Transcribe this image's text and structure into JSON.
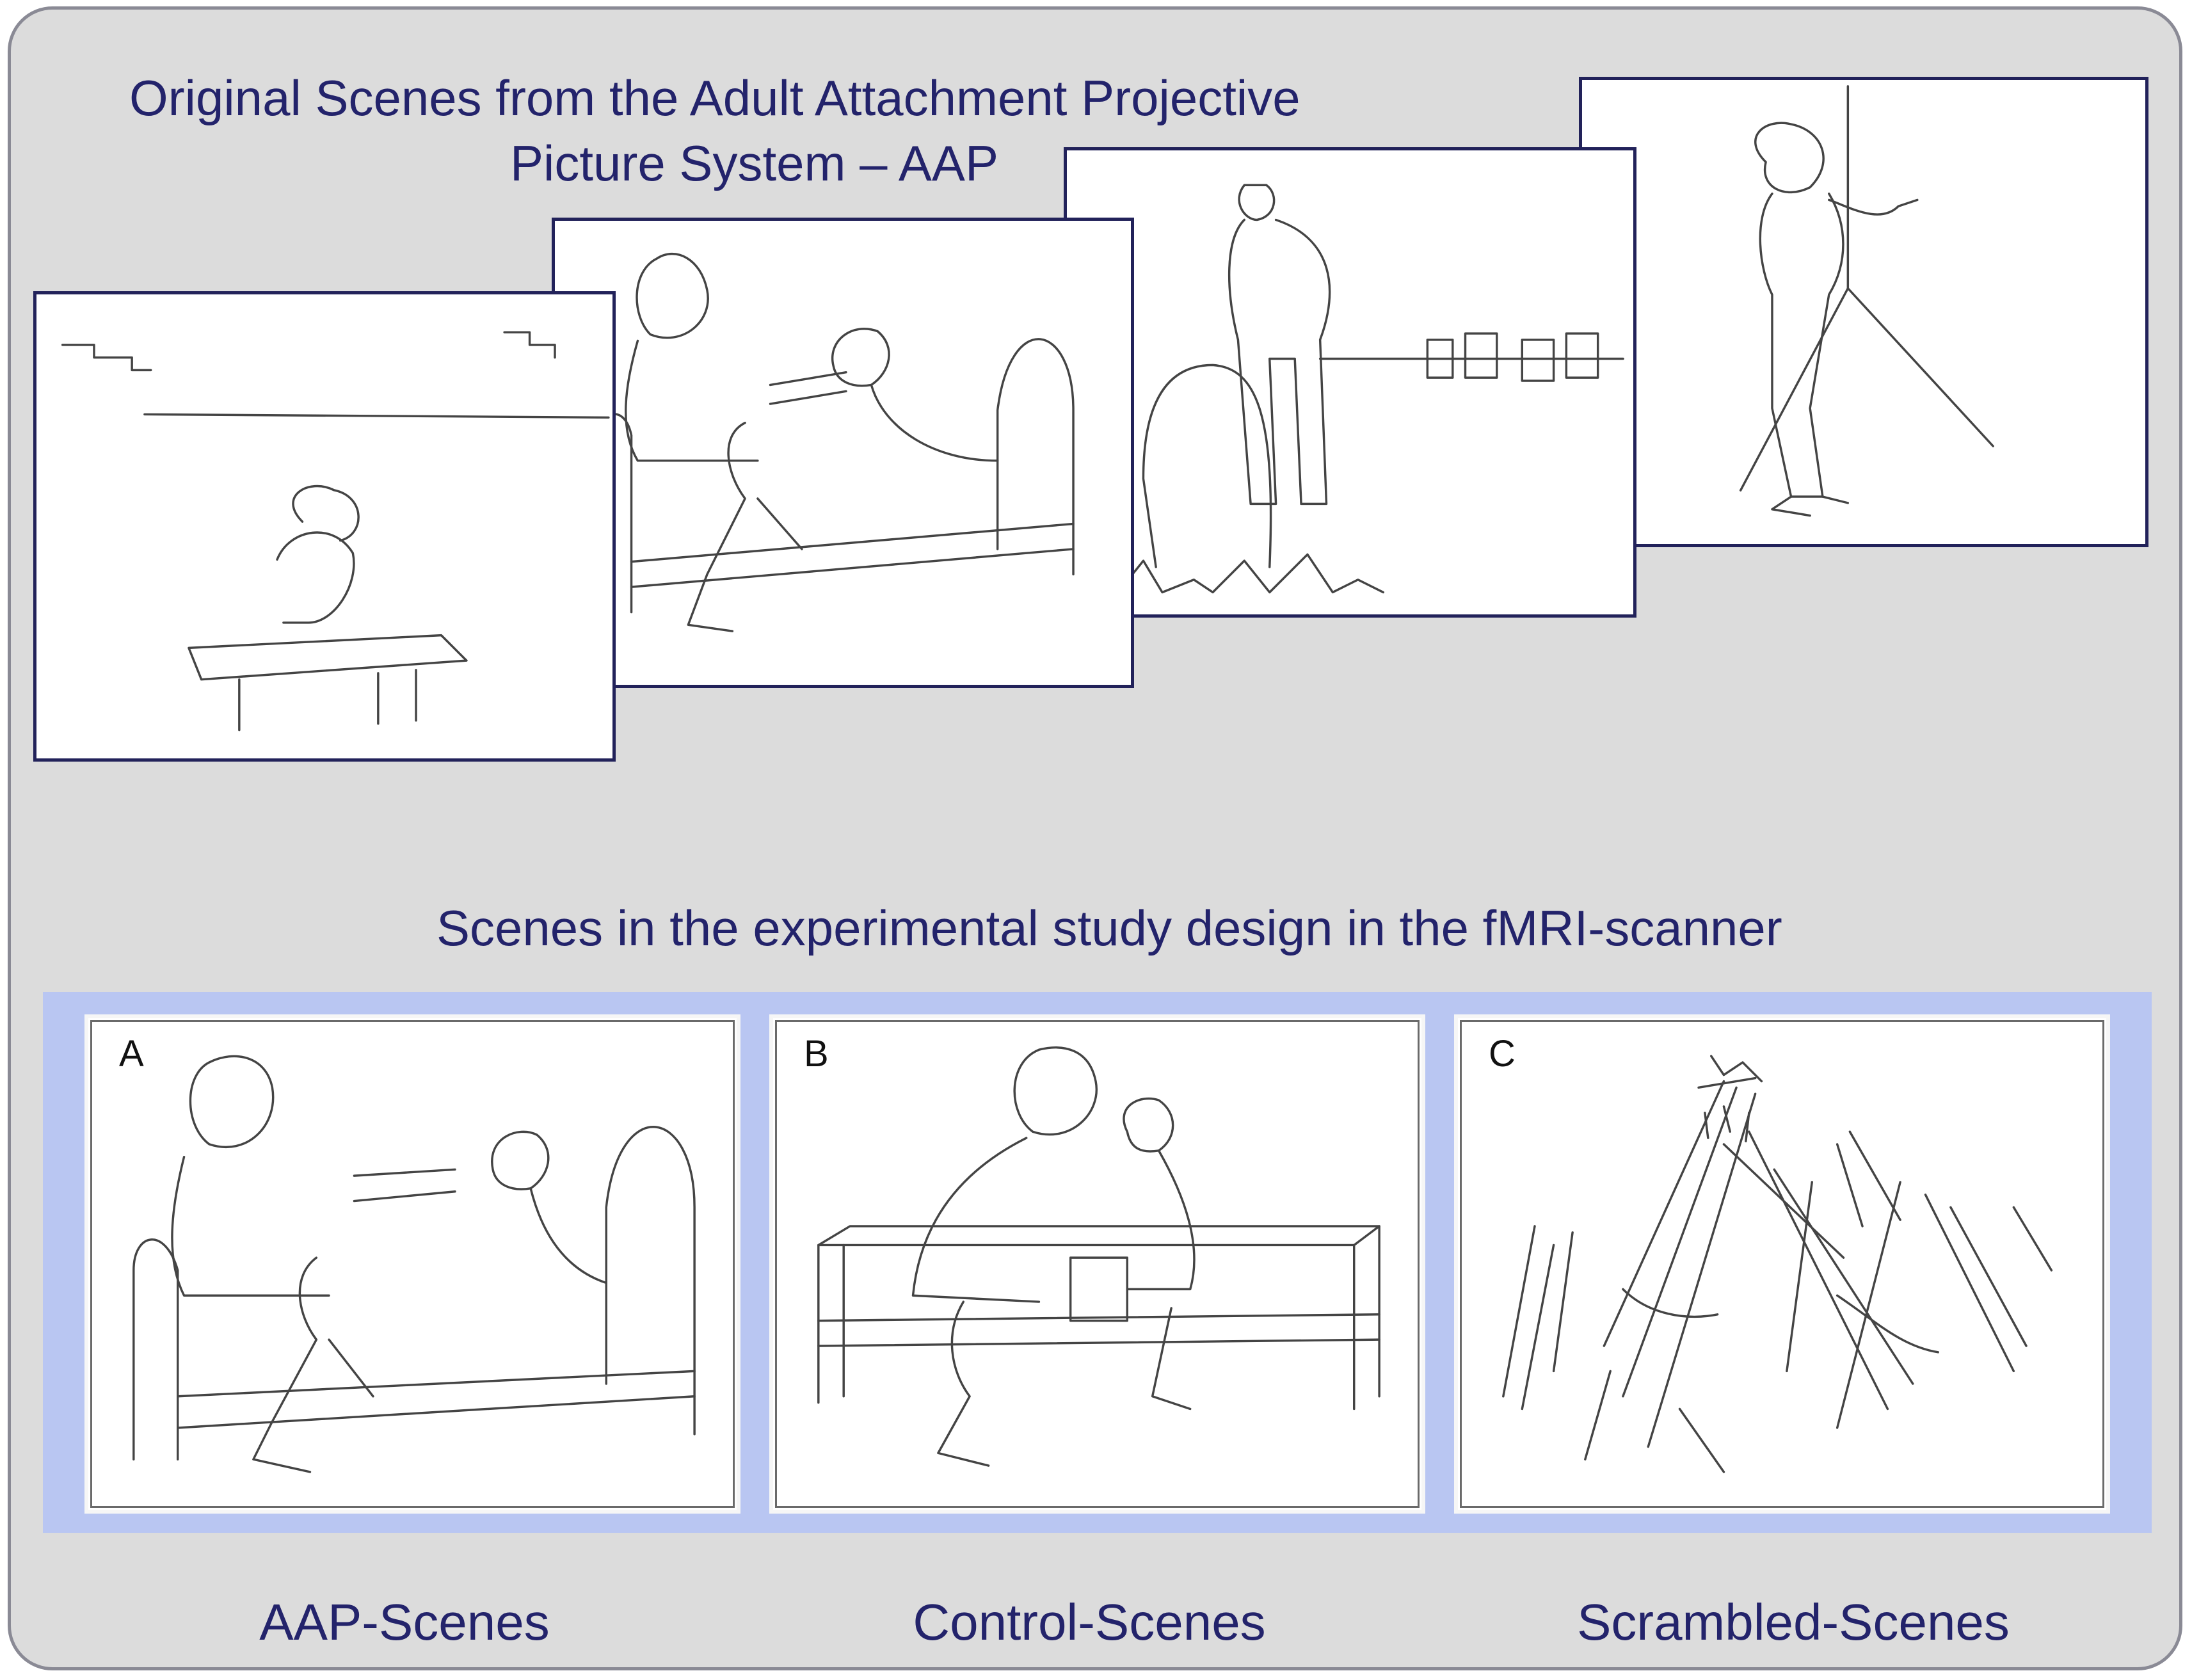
{
  "title_top_line1": "Original Scenes from the Adult Attachment Projective",
  "title_top_line2": "Picture System – AAP",
  "title_bottom": "Scenes in the experimental study design in the fMRI-scanner",
  "panel_letters": [
    "A",
    "B",
    "C"
  ],
  "captions": [
    "AAP-Scenes",
    "Control-Scenes",
    "Scrambled-Scenes"
  ],
  "colors": {
    "background": "#dcdcdc",
    "title_text": "#23236b",
    "band": "#b9c6f2",
    "frame_border": "#22225a"
  }
}
